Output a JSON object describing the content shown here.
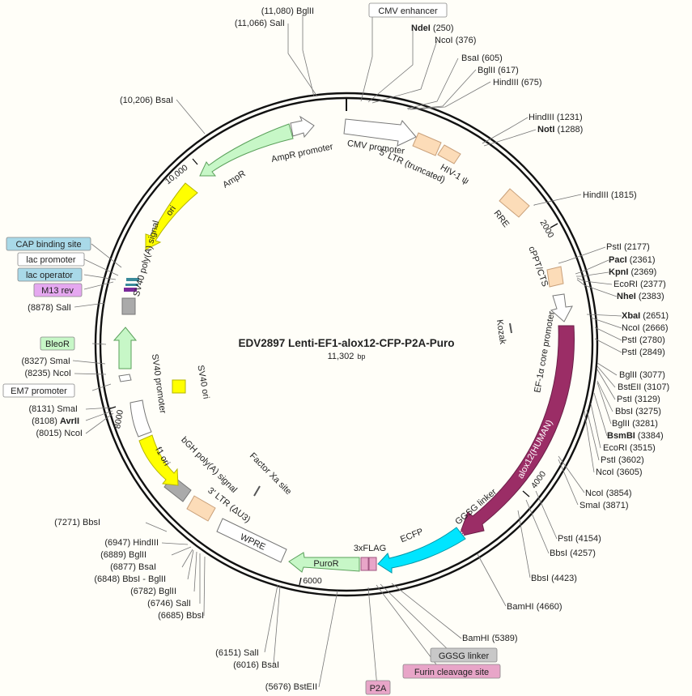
{
  "title": "EDV2897 Lenti-EF1-alox12-CFP-P2A-Puro",
  "length_label": "11,302",
  "length_unit": "bp",
  "total_bp": 11302,
  "tick_labels": [
    "2000",
    "4000",
    "6000",
    "8000",
    "10,000"
  ],
  "features": [
    {
      "label": "CMV promoter",
      "type": "promoter",
      "color": "#ffffff"
    },
    {
      "label": "5' LTR (truncated)",
      "type": "ltr",
      "color": "#fcdcb8"
    },
    {
      "label": "HIV-1 ψ",
      "type": "misc",
      "color": "#fcdcb8"
    },
    {
      "label": "RRE",
      "type": "misc",
      "color": "#fcdcb8"
    },
    {
      "label": "cPPT/CTS",
      "type": "misc",
      "color": "#fcdcb8"
    },
    {
      "label": "Kozak",
      "type": "site",
      "color": "#555555"
    },
    {
      "label": "EF-1α core promoter",
      "type": "promoter",
      "color": "#ffffff"
    },
    {
      "label": "alox12(HUMAN)",
      "type": "cds",
      "color": "#9b2d66"
    },
    {
      "label": "GGSG linker",
      "type": "misc",
      "color": "#ffffff"
    },
    {
      "label": "ECFP",
      "type": "cds",
      "color": "#00e5ff"
    },
    {
      "label": "3xFLAG",
      "type": "tag",
      "color": "#e8a5c8"
    },
    {
      "label": "PuroR",
      "type": "cds",
      "color": "#c7f7c7"
    },
    {
      "label": "WPRE",
      "type": "misc",
      "color": "#ffffff"
    },
    {
      "label": "3' LTR (ΔU3)",
      "type": "ltr",
      "color": "#fcdcb8"
    },
    {
      "label": "bGH poly(A) signal",
      "type": "terminator",
      "color": "#aaaaaa"
    },
    {
      "label": "f1 ori",
      "type": "ori",
      "color": "#ffff00"
    },
    {
      "label": "SV40 promoter",
      "type": "promoter",
      "color": "#ffffff"
    },
    {
      "label": "SV40 ori",
      "type": "ori",
      "color": "#ffff00"
    },
    {
      "label": "Factor Xa site",
      "type": "site",
      "color": "#555555"
    },
    {
      "label": "BleoR",
      "type": "cds",
      "color": "#c7f7c7"
    },
    {
      "label": "SV40 poly(A) signal",
      "type": "terminator",
      "color": "#aaaaaa"
    },
    {
      "label": "ori",
      "type": "ori",
      "color": "#ffff00"
    },
    {
      "label": "AmpR",
      "type": "cds",
      "color": "#c7f7c7"
    },
    {
      "label": "AmpR promoter",
      "type": "promoter",
      "color": "#ffffff"
    }
  ],
  "callouts": [
    {
      "label": "CMV enhancer",
      "bg": "#ffffff"
    },
    {
      "label": "CAP binding site",
      "bg": "#a9d9e8"
    },
    {
      "label": "lac promoter",
      "bg": "#ffffff"
    },
    {
      "label": "lac operator",
      "bg": "#a9d9e8"
    },
    {
      "label": "M13 rev",
      "bg": "#e5a8f0"
    },
    {
      "label": "BleoR",
      "bg": "#c7f7c7"
    },
    {
      "label": "EM7 promoter",
      "bg": "#ffffff"
    },
    {
      "label": "GGSG linker",
      "bg": "#c8c8c8"
    },
    {
      "label": "Furin cleavage site",
      "bg": "#e8a5c8"
    },
    {
      "label": "P2A",
      "bg": "#e8a5c8"
    }
  ],
  "sites": [
    {
      "name": "BglII",
      "pos": "(11,080)",
      "bold": false
    },
    {
      "name": "SalI",
      "pos": "(11,066)",
      "bold": false
    },
    {
      "name": "NdeI",
      "pos": "(250)",
      "bold": true
    },
    {
      "name": "NcoI",
      "pos": "(376)",
      "bold": false
    },
    {
      "name": "BsaI",
      "pos": "(605)",
      "bold": false
    },
    {
      "name": "BglII",
      "pos": "(617)",
      "bold": false
    },
    {
      "name": "HindIII",
      "pos": "(675)",
      "bold": false
    },
    {
      "name": "HindIII",
      "pos": "(1231)",
      "bold": false
    },
    {
      "name": "NotI",
      "pos": "(1288)",
      "bold": true
    },
    {
      "name": "HindIII",
      "pos": "(1815)",
      "bold": false
    },
    {
      "name": "PstI",
      "pos": "(2177)",
      "bold": false
    },
    {
      "name": "PacI",
      "pos": "(2361)",
      "bold": true
    },
    {
      "name": "KpnI",
      "pos": "(2369)",
      "bold": true
    },
    {
      "name": "EcoRI",
      "pos": "(2377)",
      "bold": false
    },
    {
      "name": "NheI",
      "pos": "(2383)",
      "bold": true
    },
    {
      "name": "XbaI",
      "pos": "(2651)",
      "bold": true
    },
    {
      "name": "NcoI",
      "pos": "(2666)",
      "bold": false
    },
    {
      "name": "PstI",
      "pos": "(2780)",
      "bold": false
    },
    {
      "name": "PstI",
      "pos": "(2849)",
      "bold": false
    },
    {
      "name": "BglII",
      "pos": "(3077)",
      "bold": false
    },
    {
      "name": "BstEII",
      "pos": "(3107)",
      "bold": false
    },
    {
      "name": "PstI",
      "pos": "(3129)",
      "bold": false
    },
    {
      "name": "BbsI",
      "pos": "(3275)",
      "bold": false
    },
    {
      "name": "BglII",
      "pos": "(3281)",
      "bold": false
    },
    {
      "name": "BsmBI",
      "pos": "(3384)",
      "bold": true
    },
    {
      "name": "EcoRI",
      "pos": "(3515)",
      "bold": false
    },
    {
      "name": "PstI",
      "pos": "(3602)",
      "bold": false
    },
    {
      "name": "NcoI",
      "pos": "(3605)",
      "bold": false
    },
    {
      "name": "NcoI",
      "pos": "(3854)",
      "bold": false
    },
    {
      "name": "SmaI",
      "pos": "(3871)",
      "bold": false
    },
    {
      "name": "PstI",
      "pos": "(4154)",
      "bold": false
    },
    {
      "name": "BbsI",
      "pos": "(4257)",
      "bold": false
    },
    {
      "name": "BbsI",
      "pos": "(4423)",
      "bold": false
    },
    {
      "name": "BamHI",
      "pos": "(4660)",
      "bold": false
    },
    {
      "name": "BamHI",
      "pos": "(5389)",
      "bold": false
    },
    {
      "name": "BstEII",
      "pos": "(5676)",
      "bold": false
    },
    {
      "name": "BsaI",
      "pos": "(6016)",
      "bold": false
    },
    {
      "name": "SalI",
      "pos": "(6151)",
      "bold": false
    },
    {
      "name": "BbsI",
      "pos": "(6685)",
      "bold": false
    },
    {
      "name": "SalI",
      "pos": "(6746)",
      "bold": false
    },
    {
      "name": "BglII",
      "pos": "(6782)",
      "bold": false
    },
    {
      "name": "BbsI - BglII",
      "pos": "(6848)",
      "bold": false
    },
    {
      "name": "BsaI",
      "pos": "(6877)",
      "bold": false
    },
    {
      "name": "BglII",
      "pos": "(6889)",
      "bold": false
    },
    {
      "name": "HindIII",
      "pos": "(6947)",
      "bold": false
    },
    {
      "name": "BbsI",
      "pos": "(7271)",
      "bold": false
    },
    {
      "name": "NcoI",
      "pos": "(8015)",
      "bold": false
    },
    {
      "name": "AvrII",
      "pos": "(8108)",
      "bold": true
    },
    {
      "name": "SmaI",
      "pos": "(8131)",
      "bold": false
    },
    {
      "name": "NcoI",
      "pos": "(8235)",
      "bold": false
    },
    {
      "name": "SmaI",
      "pos": "(8327)",
      "bold": false
    },
    {
      "name": "SalI",
      "pos": "(8878)",
      "bold": false
    },
    {
      "name": "BsaI",
      "pos": "(10,206)",
      "bold": false
    }
  ]
}
